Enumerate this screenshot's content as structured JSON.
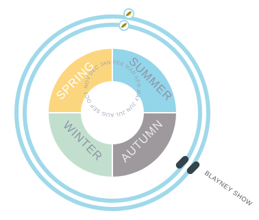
{
  "colors": {
    "ring": "#9fd9ea",
    "spring": "#fcd67e",
    "summer": "#93d5e9",
    "autumn": "#9d999c",
    "winter": "#c2dfcd",
    "center": "#ffffff",
    "marker_dark": "#34444a",
    "leaf_gold": "#c9a71f"
  },
  "seasons": [
    {
      "label": "SPRING",
      "color": "#fcd67e",
      "text_color": "#ffffff"
    },
    {
      "label": "SUMMER",
      "color": "#93d5e9",
      "text_color": "#8d95a8"
    },
    {
      "label": "AUTUMN",
      "color": "#9d999c",
      "text_color": "#e9e9ef"
    },
    {
      "label": "WINTER",
      "color": "#c2dfcd",
      "text_color": "#8d95a8"
    }
  ],
  "months_text": "NOV DEC JAN FEB MAR APR MAY JUN JUL AUG SEP OCT",
  "event_label": "BLAYNEY SHOW",
  "icons": {
    "top_markers": "leaf-icon",
    "event_markers": "event-marker"
  }
}
